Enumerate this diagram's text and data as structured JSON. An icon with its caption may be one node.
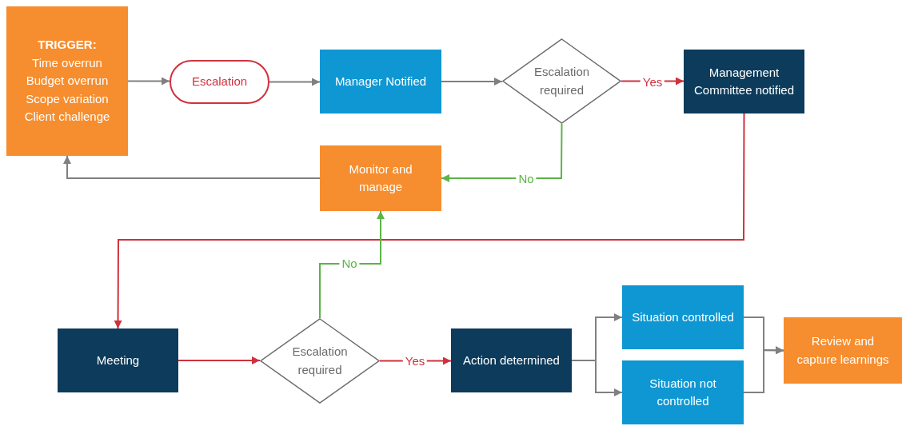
{
  "diagram": {
    "nodes": [
      {
        "text": [
          "TRIGGER:",
          "Time overrun",
          "Budget overrun",
          "Scope variation",
          "Client challenge"
        ]
      },
      {
        "text": [
          "Escalation"
        ]
      },
      {
        "text": [
          "Manager Notified"
        ]
      },
      {
        "text": [
          "Escalation required"
        ]
      },
      {
        "text": [
          "Management Committee notified"
        ]
      },
      {
        "text": [
          "Monitor and manage"
        ]
      },
      {
        "text": [
          "Meeting"
        ]
      },
      {
        "text": [
          "Escalation required"
        ]
      },
      {
        "text": [
          "Action determined"
        ]
      },
      {
        "text": [
          "Situation controlled"
        ]
      },
      {
        "text": [
          "Situation not controlled"
        ]
      },
      {
        "text": [
          "Review and capture learnings"
        ]
      }
    ],
    "edges": [
      {
        "from": 0,
        "to": 1,
        "arrow": "to"
      },
      {
        "from": 1,
        "to": 2,
        "arrow": "to"
      },
      {
        "from": 2,
        "to": 3,
        "arrow": "to"
      },
      {
        "from": 3,
        "to": 4,
        "arrow": "to",
        "label": "Yes",
        "color": "#d0313d"
      },
      {
        "from": 3,
        "to": 5,
        "arrow": "to",
        "label": "No",
        "color": "#5cb446"
      },
      {
        "from": 5,
        "to": 0,
        "arrow": "to"
      },
      {
        "from": 4,
        "to": 6,
        "arrow": "to",
        "color": "#d0313d"
      },
      {
        "from": 6,
        "to": 7,
        "arrow": "to",
        "color": "#d0313d"
      },
      {
        "from": 7,
        "to": 5,
        "arrow": "to",
        "label": "No",
        "color": "#5cb446"
      },
      {
        "from": 7,
        "to": 8,
        "arrow": "to",
        "label": "Yes",
        "color": "#d0313d"
      },
      {
        "from": 8,
        "to": 9,
        "arrow": "to"
      },
      {
        "from": 8,
        "to": 10,
        "arrow": "to"
      },
      {
        "from": 9,
        "to": 11,
        "arrow": "to"
      },
      {
        "from": 10,
        "to": 11,
        "arrow": "to"
      }
    ]
  }
}
